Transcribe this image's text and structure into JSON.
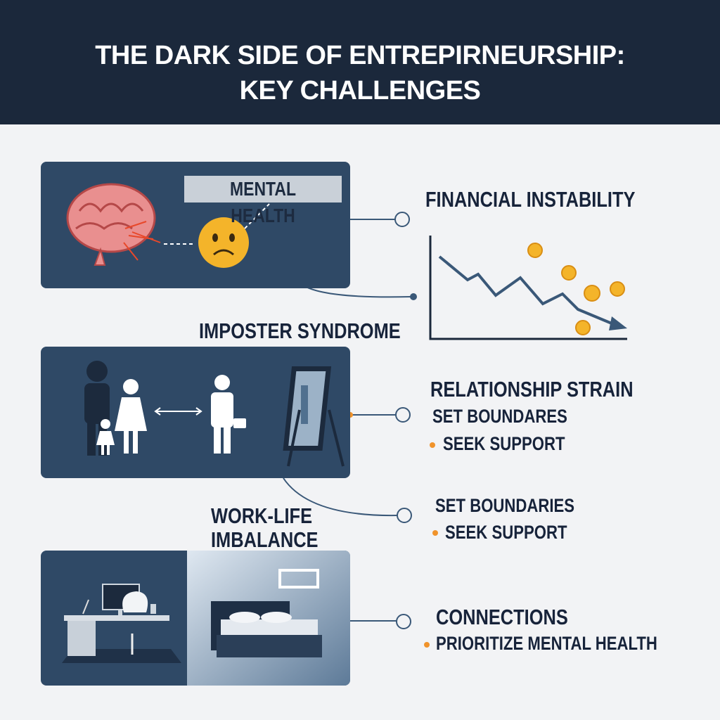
{
  "header": {
    "title_line1": "THE DARK SIDE OF ENTREPIRNEURSHIP:",
    "title_line2": "KEY CHALLENGES"
  },
  "sections": {
    "mental_health": {
      "label": "MENTAL HEALTH"
    },
    "financial": {
      "title": "FINANCIAL INSTABILITY"
    },
    "imposter": {
      "title": "IMPOSTER SYNDROME"
    },
    "relationship": {
      "title": "RELATIONSHIP STRAIN",
      "item1": "SET BOUNDARES",
      "item2": "SEEK SUPPORT"
    },
    "tips": {
      "item1": "SET BOUNDARIES",
      "item2": "SEEK SUPPORT"
    },
    "work_life": {
      "title_line1": "WORK-LIFE",
      "title_line2": "IMBALANCE"
    },
    "connections": {
      "title": "CONNECTIONS",
      "item1": "PRIORITIZE MENTAL HEALTH"
    }
  },
  "colors": {
    "header": "#1b283b",
    "panel": "#2f4966",
    "accent": "#f0932b",
    "text": "#17233a",
    "line": "#3a5878"
  }
}
